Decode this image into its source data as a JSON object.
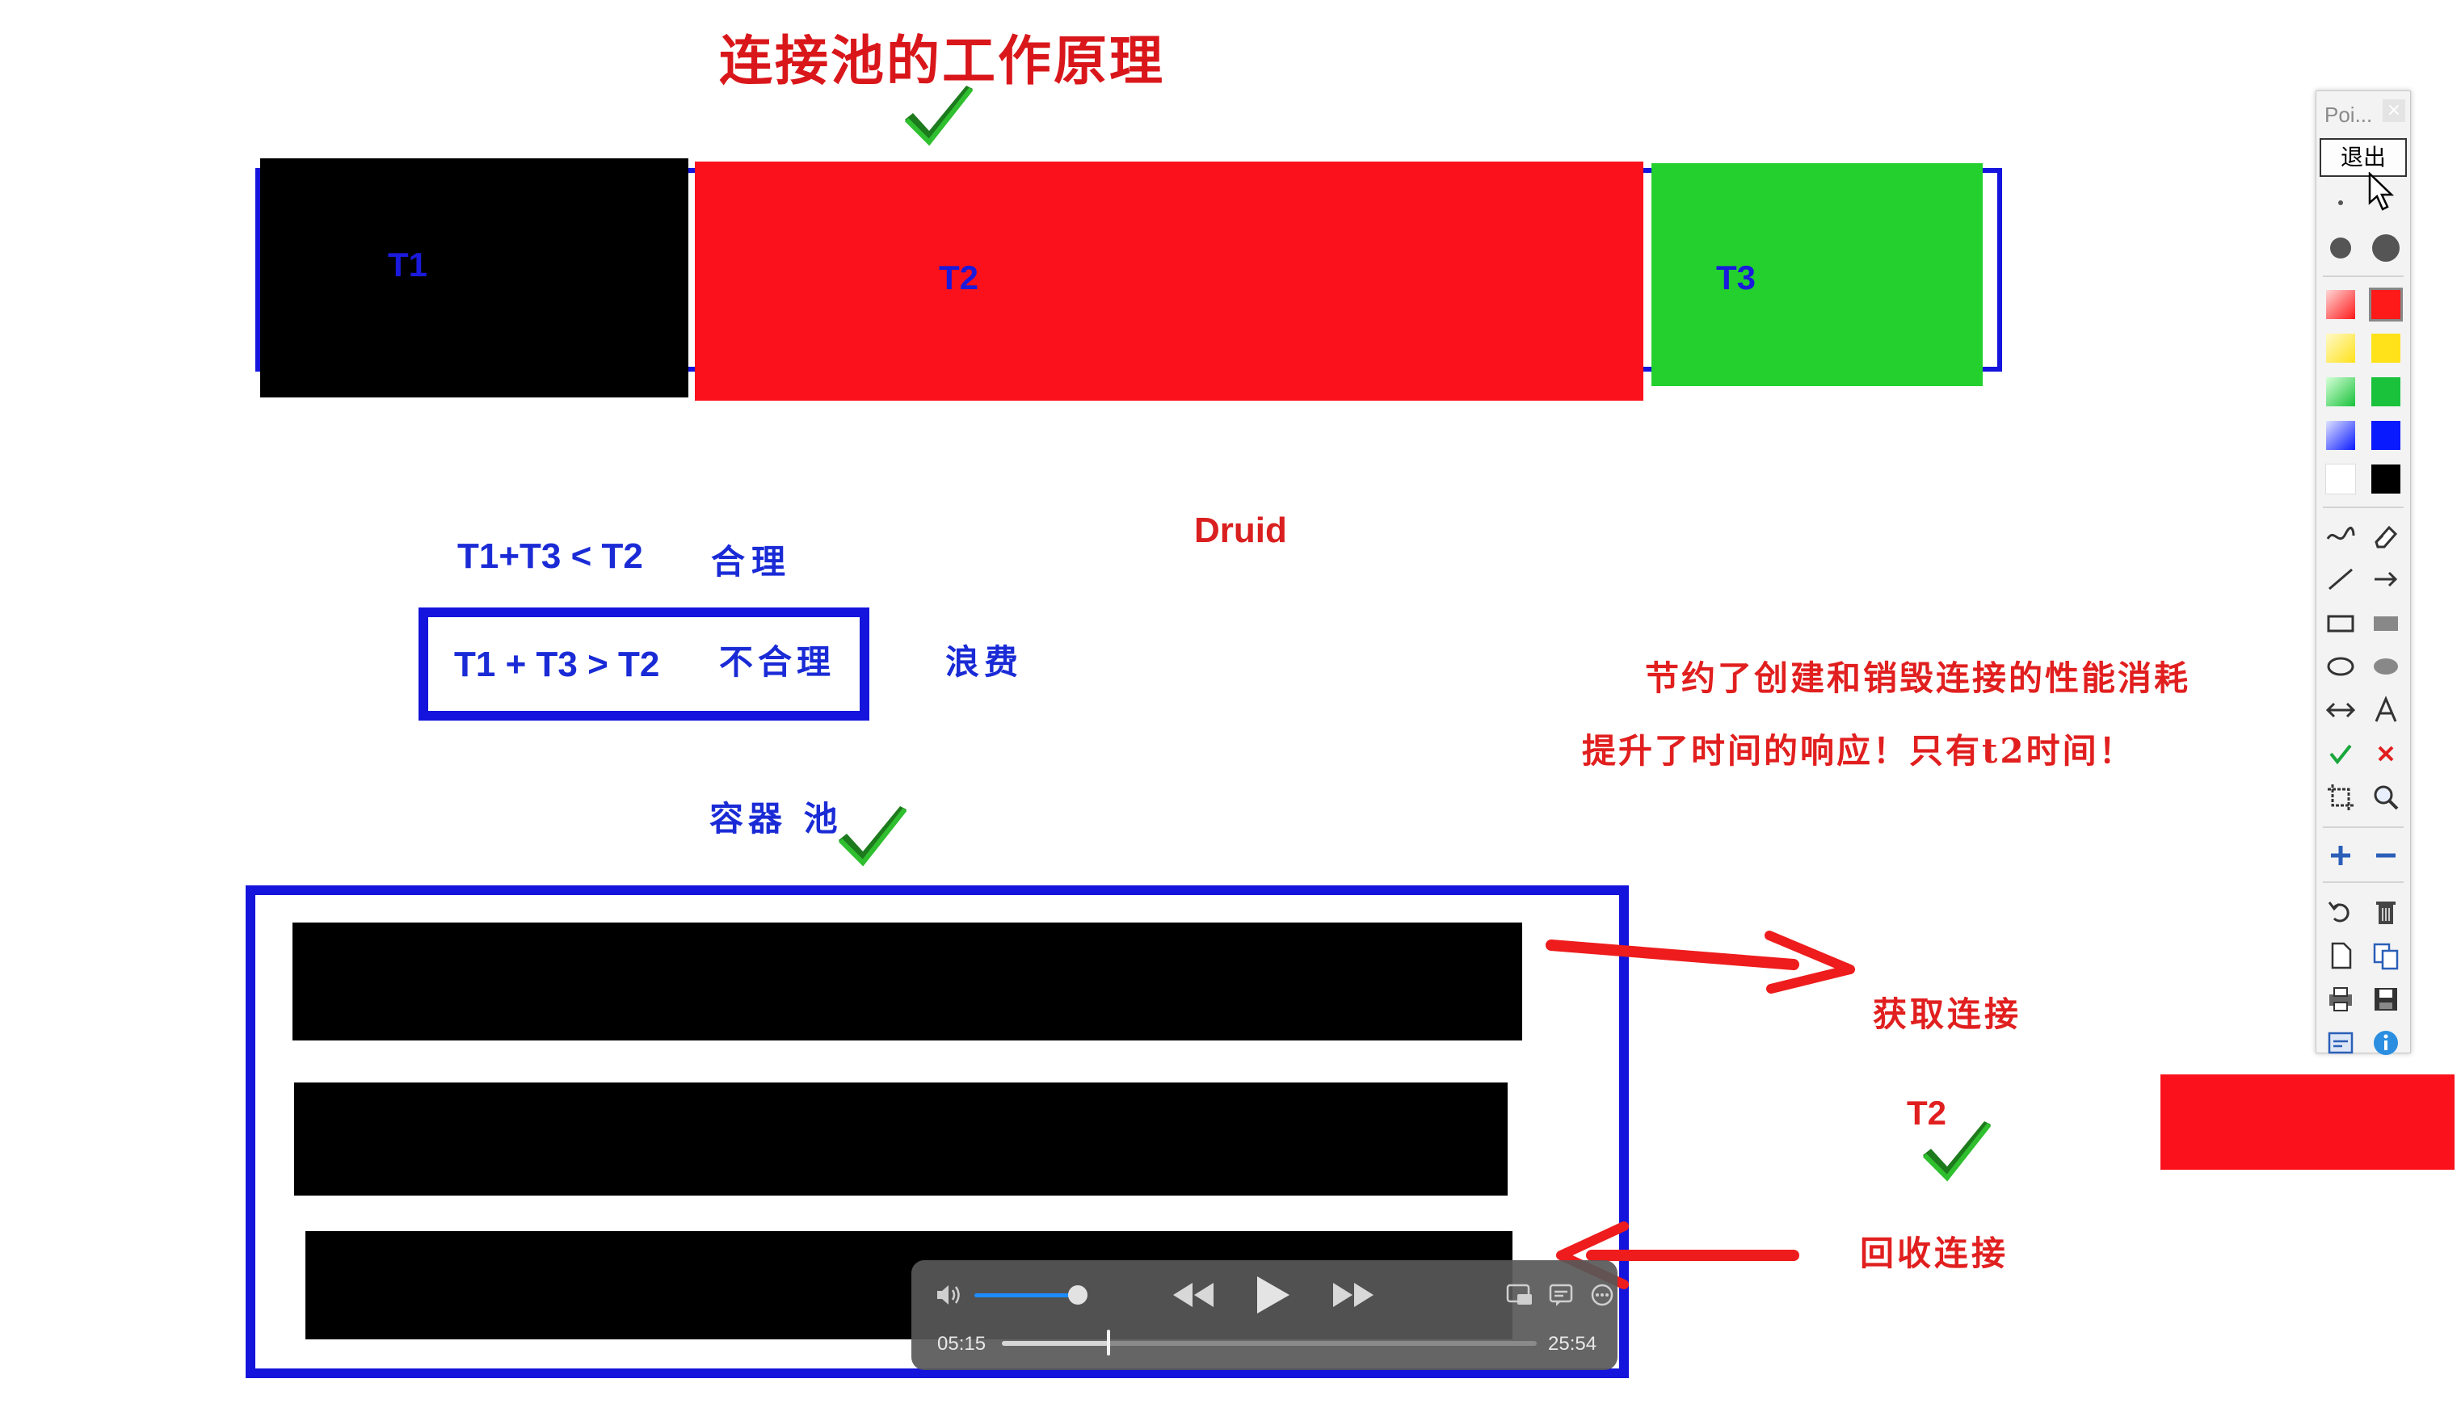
{
  "slide": {
    "title": "连接池的工作原理",
    "segments": [
      "T1",
      "T2",
      "T3"
    ],
    "formula_ok": "T1+T3 < T2",
    "formula_ok_note": "合理",
    "formula_bad": "T1 + T3 > T2",
    "formula_bad_note": "不合理",
    "waste": "浪费",
    "druid": "Druid",
    "benefit_1": "节约了创建和销毁连接的性能消耗",
    "benefit_2": "提升了时间的响应！只有t2时间！",
    "container": "容器  池",
    "get_conn": "获取连接",
    "return_conn": "回收连接",
    "t2_label": "T2"
  },
  "toolbar": {
    "title": "Poi...",
    "close": "×",
    "exit_label": "退出",
    "colors": [
      "#ff1a1a",
      "#ffe21a",
      "#19c23a",
      "#0a1aff",
      "#ffffff",
      "#000000"
    ]
  },
  "player": {
    "elapsed": "05:15",
    "total": "25:54",
    "progress": 0.2
  }
}
